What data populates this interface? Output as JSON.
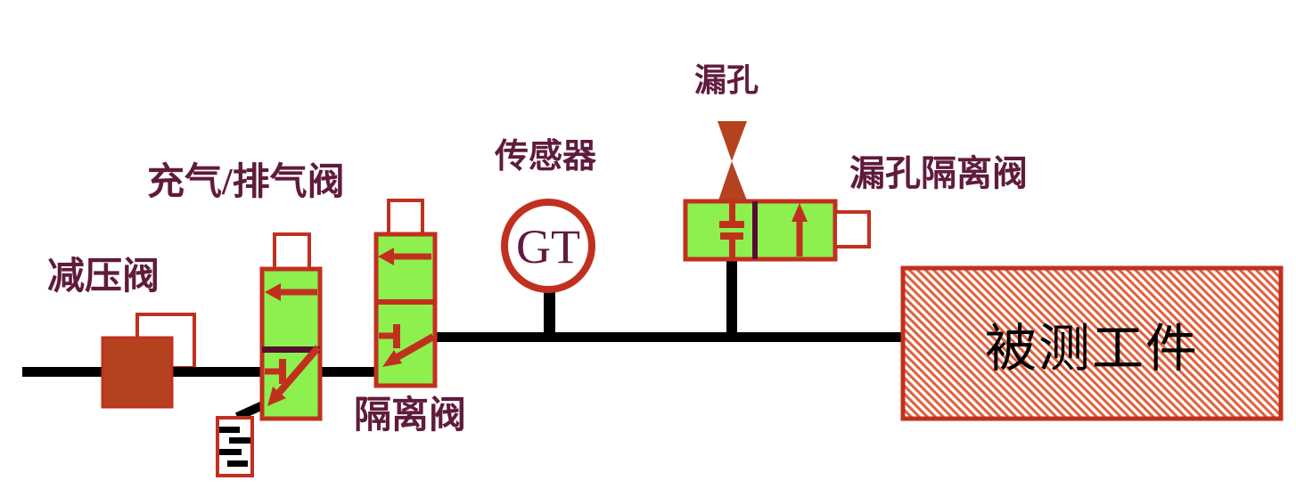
{
  "colors": {
    "valve_green": "#8DF04E",
    "symbol_red": "#C1301F",
    "brick_red": "#B5421F",
    "divider_maroon": "#54102E",
    "label_maroon": "#601B3C",
    "hatch_orange": "#DE5F3C",
    "pipe_black": "#000000"
  },
  "diagram": {
    "type": "pneumatic-leak-test-schematic",
    "labels": {
      "pressure_reducing_valve": "减压阀",
      "charge_exhaust_valve": "充气/排气阀",
      "isolation_valve": "隔离阀",
      "sensor": "传感器",
      "sensor_tag": "GT",
      "leak_orifice": "漏孔",
      "leak_isolation_valve": "漏孔隔离阀",
      "test_workpiece": "被测工件"
    }
  }
}
